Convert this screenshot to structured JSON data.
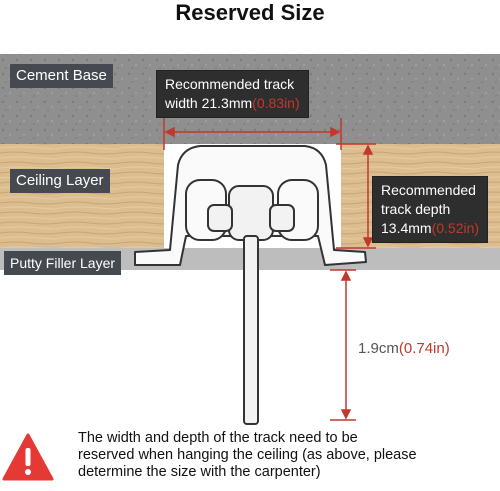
{
  "title": "Reserved Size",
  "layers": {
    "cement": "Cement Base",
    "ceiling": "Ceiling Layer",
    "putty": "Putty Filler Layer"
  },
  "width_callout": {
    "line1": "Recommended track",
    "line2_prefix": "width 21.3mm",
    "line2_paren": "(0.83in)"
  },
  "depth_callout": {
    "line1": "Recommended",
    "line2": "track depth",
    "line3_prefix": "13.4mm",
    "line3_paren": "(0.52in)"
  },
  "hang_dimension": {
    "value": "1.9cm",
    "paren": "(0.74in)"
  },
  "note": {
    "line1": "The width and depth of the track need to be",
    "line2": "reserved when hanging the ceiling (as above, please",
    "line3": "determine the size with the carpenter)"
  },
  "icons": {
    "warning": "warning-triangle-icon"
  },
  "colors": {
    "accent_red": "#c0392b",
    "label_bg": "#444a50",
    "cement": "#8e8e8e",
    "wood": "#d9b98a"
  }
}
